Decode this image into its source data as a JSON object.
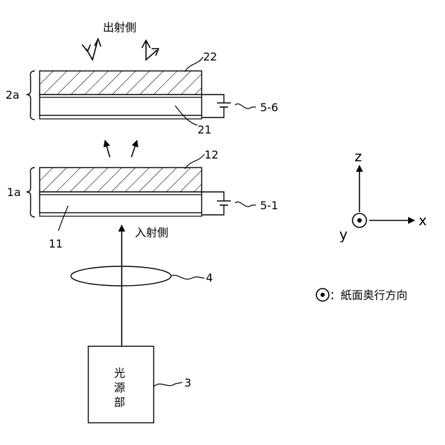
{
  "labels": {
    "exit_side": "出射側",
    "entry_side": "入射側",
    "light_source_line1": "光",
    "light_source_line2": "源",
    "light_source_line3": "部",
    "unit_2a": "2a",
    "unit_1a": "1a",
    "ref_22": "22",
    "ref_21": "21",
    "ref_12": "12",
    "ref_11": "11",
    "ref_5_6": "5-6",
    "ref_5_1": "5-1",
    "ref_4": "4",
    "ref_3": "3"
  },
  "axes": {
    "z": "z",
    "x": "x",
    "y": "y"
  },
  "legend": {
    "symbol_meaning": "：紙面奥行方向"
  }
}
